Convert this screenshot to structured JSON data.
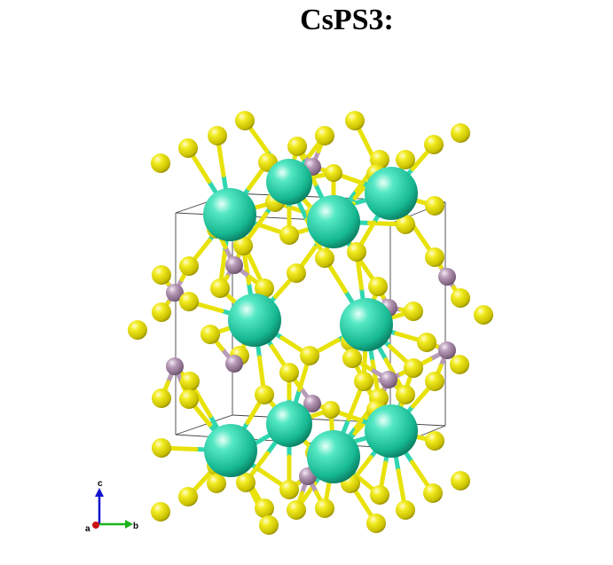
{
  "title": "CsPS3:",
  "structure": {
    "formula": "CsPS3",
    "atom_colors": {
      "Cs": "#2fd6b0",
      "P": "#b89bb8",
      "S": "#e8e20a"
    },
    "bond_colors": {
      "Cs": "#2fd6b0",
      "P": "#b89bb8",
      "S": "#e8e20a"
    }
  },
  "axes": {
    "a_label": "a",
    "b_label": "b",
    "c_label": "c",
    "a_color": "#cc1111",
    "b_color": "#1db31d",
    "c_color": "#1111cc"
  }
}
